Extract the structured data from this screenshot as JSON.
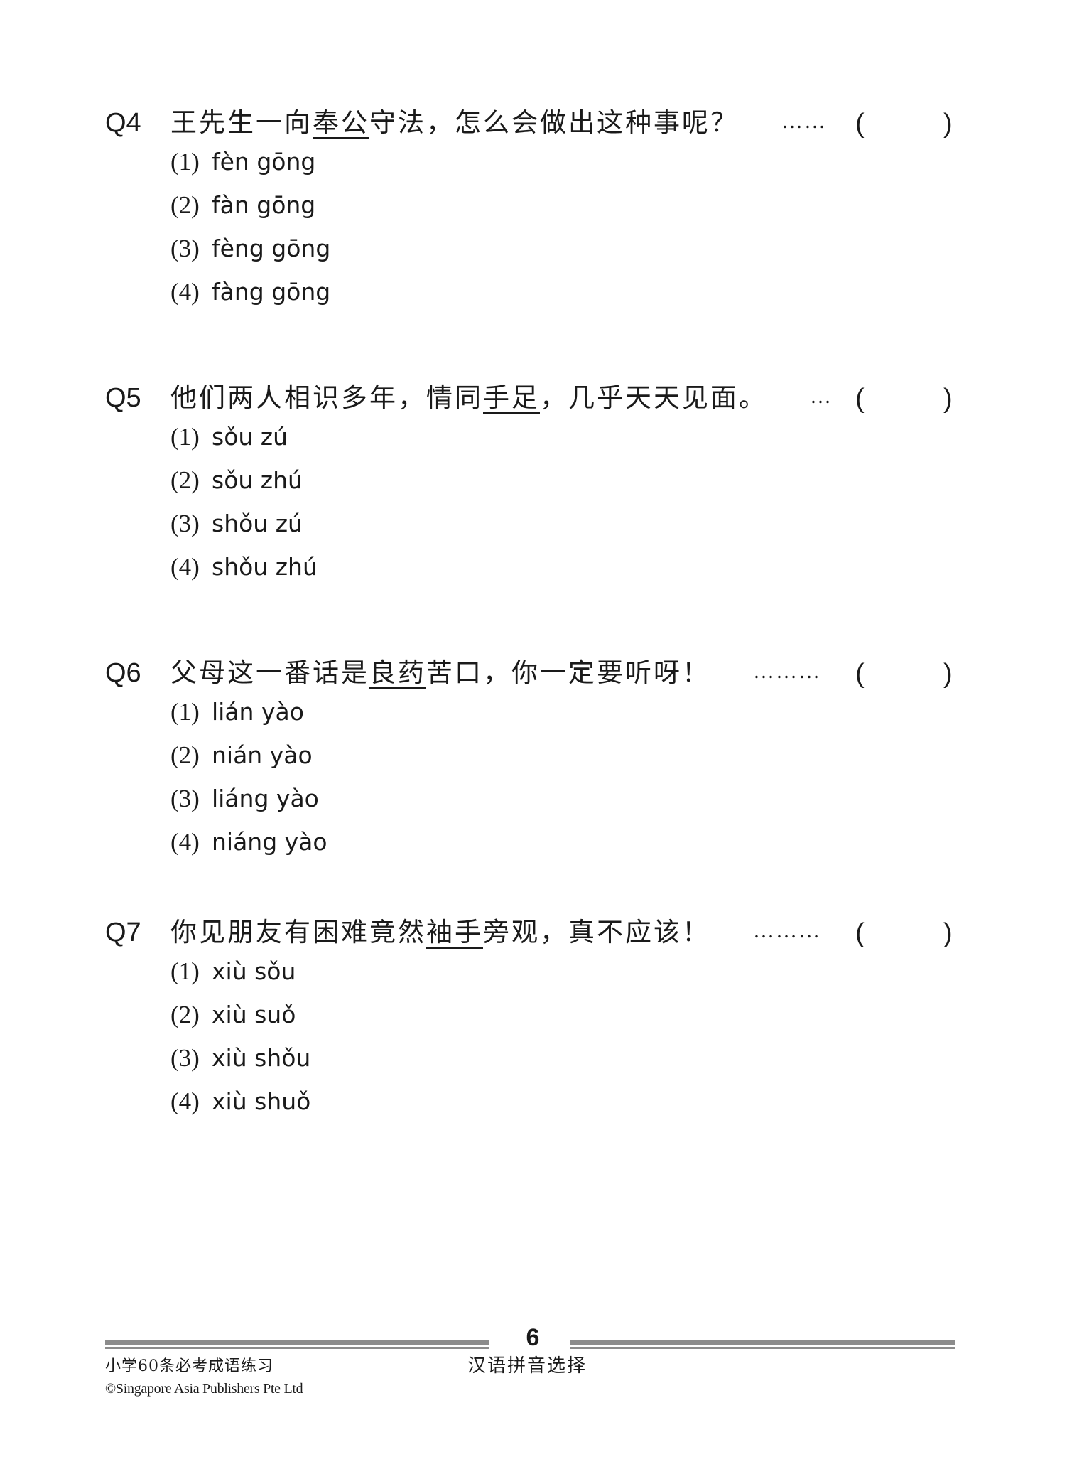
{
  "questions": [
    {
      "number": "Q4",
      "text_before": "王先生一向",
      "text_underlined": "奉公",
      "text_after": "守法，怎么会做出这种事呢？",
      "dots": "……",
      "paren_open": "(",
      "paren_close": ")",
      "options": [
        {
          "num": "(1)",
          "text": "fèn gōng"
        },
        {
          "num": "(2)",
          "text": "fàn gōng"
        },
        {
          "num": "(3)",
          "text": "fèng gōng"
        },
        {
          "num": "(4)",
          "text": "fàng gōng"
        }
      ]
    },
    {
      "number": "Q5",
      "text_before": "他们两人相识多年，情同",
      "text_underlined": "手足",
      "text_after": "，几乎天天见面。",
      "dots": "…",
      "paren_open": "(",
      "paren_close": ")",
      "options": [
        {
          "num": "(1)",
          "text": "sǒu zú"
        },
        {
          "num": "(2)",
          "text": "sǒu zhú"
        },
        {
          "num": "(3)",
          "text": "shǒu zú"
        },
        {
          "num": "(4)",
          "text": "shǒu zhú"
        }
      ]
    },
    {
      "number": "Q6",
      "text_before": "父母这一番话是",
      "text_underlined": "良药",
      "text_after": "苦口，你一定要听呀！",
      "dots": "………",
      "paren_open": "(",
      "paren_close": ")",
      "options": [
        {
          "num": "(1)",
          "text": "lián yào"
        },
        {
          "num": "(2)",
          "text": "nián yào"
        },
        {
          "num": "(3)",
          "text": "liáng yào"
        },
        {
          "num": "(4)",
          "text": "niáng yào"
        }
      ]
    },
    {
      "number": "Q7",
      "text_before": "你见朋友有困难竟然",
      "text_underlined": "袖手",
      "text_after": "旁观，真不应该！",
      "dots": "………",
      "paren_open": "(",
      "paren_close": ")",
      "options": [
        {
          "num": "(1)",
          "text": "xiù sǒu"
        },
        {
          "num": "(2)",
          "text": "xiù suǒ"
        },
        {
          "num": "(3)",
          "text": "xiù shǒu"
        },
        {
          "num": "(4)",
          "text": "xiù shuǒ"
        }
      ]
    }
  ],
  "footer": {
    "page_number": "6",
    "book_title": "小学60条必考成语练习",
    "copyright": "©Singapore Asia Publishers Pte Ltd",
    "section_title": "汉语拼音选择",
    "rule_color": "#8c8c8c"
  }
}
